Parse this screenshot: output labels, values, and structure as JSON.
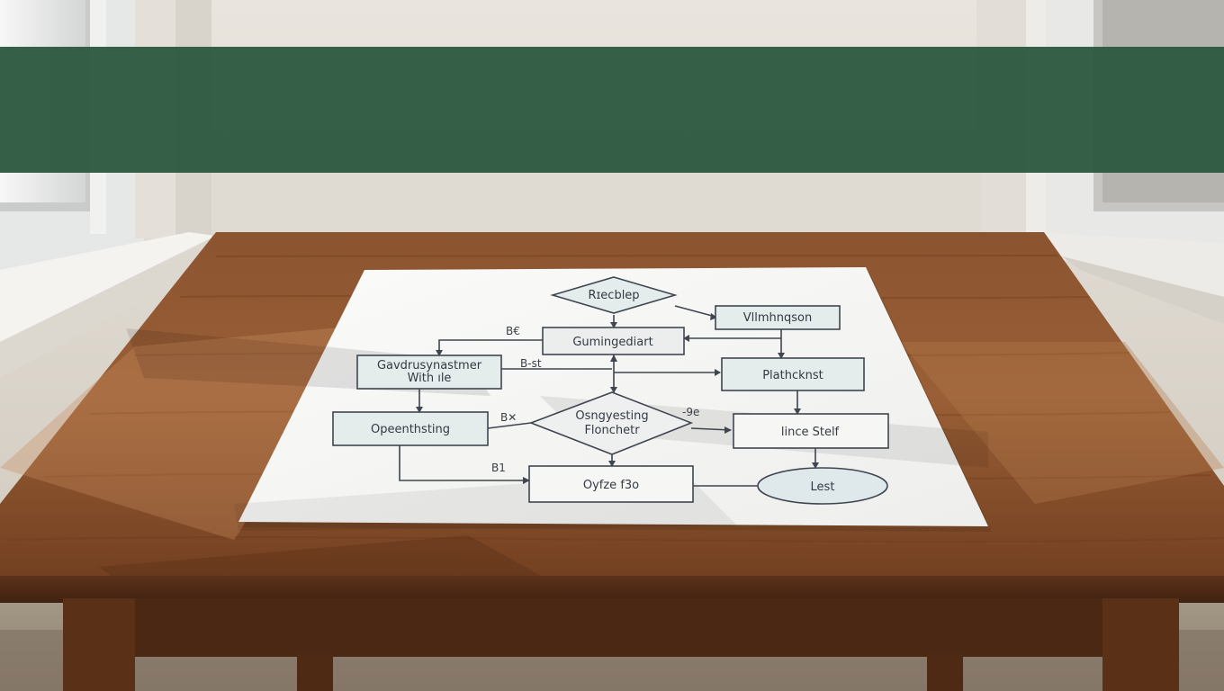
{
  "flowchart": {
    "nodes": {
      "top_diamond": "Rɪecblep",
      "top_right_box": "Vllmhnqson",
      "center_box": "Gumingediart",
      "left_box_line1": "Gavdrusynastmer",
      "left_box_line2": "With ıle",
      "right_mid_box": "Plathcknst",
      "left_lower_box": "Opeenthsting",
      "center_diamond_line1": "Osngyesting",
      "center_diamond_line2": "Flonchetr",
      "right_lower_box": "lince Stelf",
      "bottom_box": "Oyfze f3o",
      "oval": "Lest"
    },
    "labels": {
      "top_left": "B€",
      "mid_left": "B-st",
      "lower_left": "B✕",
      "diamond_right": "-9e",
      "bottom_left": "B1"
    }
  },
  "colors": {
    "banner": "#2e5b41",
    "paper": "#f4f4f2",
    "table": "#8a4f2b",
    "box_fill": "#e7eeee",
    "stroke": "#3f4650"
  }
}
